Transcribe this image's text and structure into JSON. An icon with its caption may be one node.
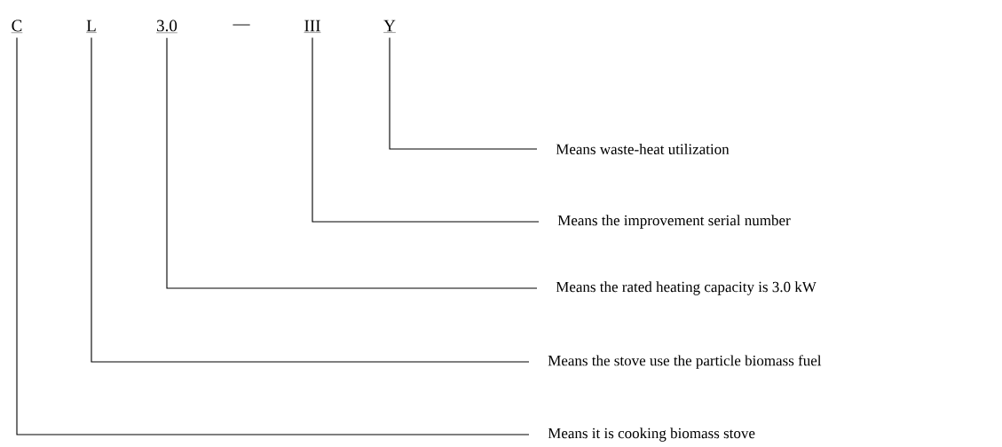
{
  "diagram": {
    "nodes": [
      {
        "text": [
          "C"
        ]
      },
      {
        "text": [
          "L"
        ]
      },
      {
        "text": [
          "3.0"
        ]
      },
      {
        "text": [
          "III"
        ]
      },
      {
        "text": [
          "Y"
        ]
      },
      {
        "text": [
          "Means waste-heat utilization"
        ]
      },
      {
        "text": [
          "Means the improvement serial number"
        ]
      },
      {
        "text": [
          "Means the rated heating capacity is 3.0 kW"
        ]
      },
      {
        "text": [
          "Means the stove use the particle biomass fuel"
        ]
      },
      {
        "text": [
          "Means it is cooking biomass stove"
        ]
      }
    ],
    "edges": [
      {
        "from": 4,
        "to": 5,
        "arrow": "none"
      },
      {
        "from": 3,
        "to": 6,
        "arrow": "none"
      },
      {
        "from": 2,
        "to": 7,
        "arrow": "none"
      },
      {
        "from": 1,
        "to": 8,
        "arrow": "none"
      },
      {
        "from": 0,
        "to": 9,
        "arrow": "none"
      }
    ],
    "labels": [
      "—"
    ]
  }
}
